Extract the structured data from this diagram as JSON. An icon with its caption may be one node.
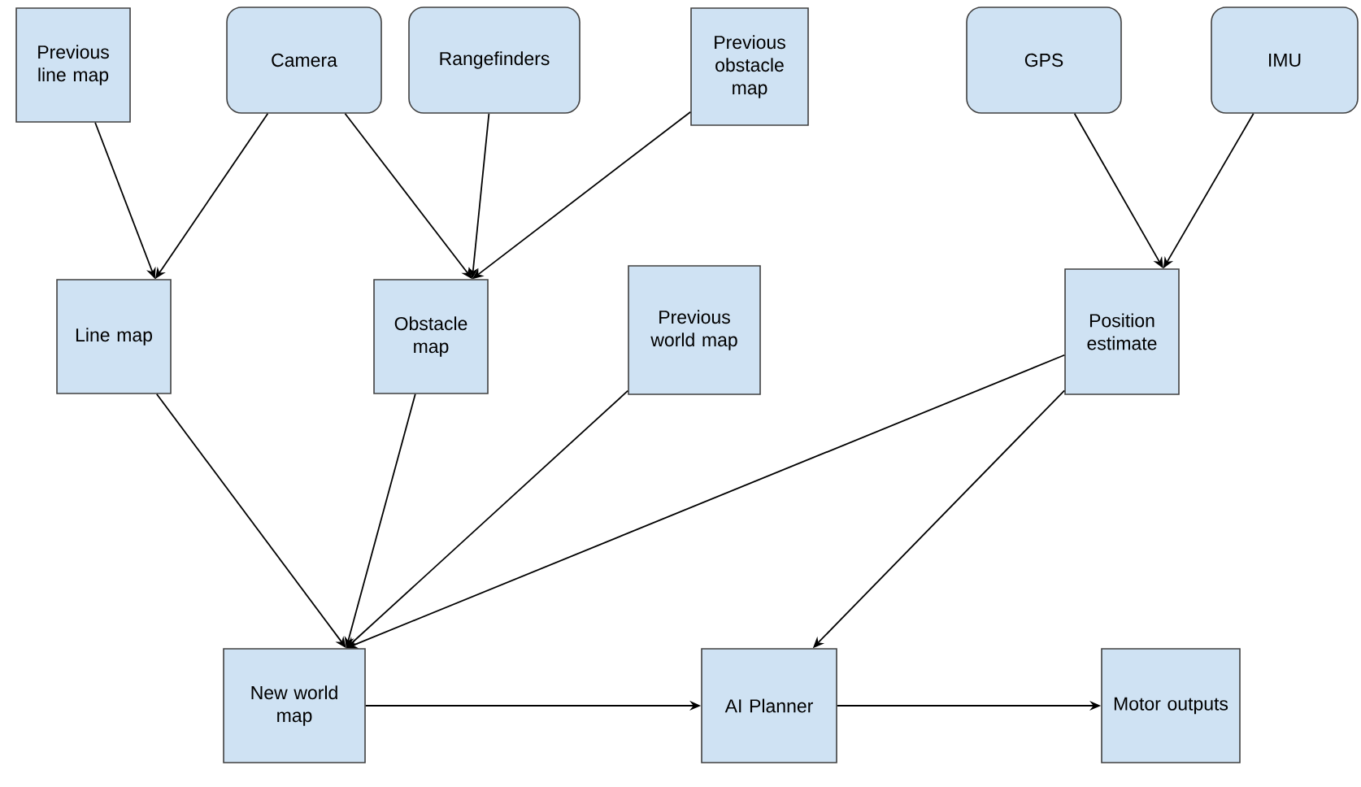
{
  "diagram": {
    "nodes": [
      {
        "text": [
          "Previous line map"
        ]
      },
      {
        "text": [
          "Camera"
        ]
      },
      {
        "text": [
          "Rangefinders"
        ]
      },
      {
        "text": [
          "Previous obstacle map"
        ]
      },
      {
        "text": [
          "GPS"
        ]
      },
      {
        "text": [
          "IMU"
        ]
      },
      {
        "text": [
          "Line map"
        ]
      },
      {
        "text": [
          "Obstacle map"
        ]
      },
      {
        "text": [
          "Previous world map"
        ]
      },
      {
        "text": [
          "Position estimate"
        ]
      },
      {
        "text": [
          "New world map"
        ]
      },
      {
        "text": [
          "AI Planner"
        ]
      },
      {
        "text": [
          "Motor outputs"
        ]
      }
    ],
    "edges": [
      {
        "from": 0,
        "to": 6,
        "arrow": "to"
      },
      {
        "from": 1,
        "to": 6,
        "arrow": "to"
      },
      {
        "from": 1,
        "to": 7,
        "arrow": "to"
      },
      {
        "from": 2,
        "to": 7,
        "arrow": "to"
      },
      {
        "from": 3,
        "to": 7,
        "arrow": "to"
      },
      {
        "from": 4,
        "to": 9,
        "arrow": "to"
      },
      {
        "from": 5,
        "to": 9,
        "arrow": "to"
      },
      {
        "from": 6,
        "to": 10,
        "arrow": "to"
      },
      {
        "from": 7,
        "to": 10,
        "arrow": "to"
      },
      {
        "from": 8,
        "to": 10,
        "arrow": "to"
      },
      {
        "from": 9,
        "to": 10,
        "arrow": "to"
      },
      {
        "from": 9,
        "to": 11,
        "arrow": "to"
      },
      {
        "from": 10,
        "to": 11,
        "arrow": "to"
      },
      {
        "from": 11,
        "to": 12,
        "arrow": "to"
      }
    ]
  }
}
